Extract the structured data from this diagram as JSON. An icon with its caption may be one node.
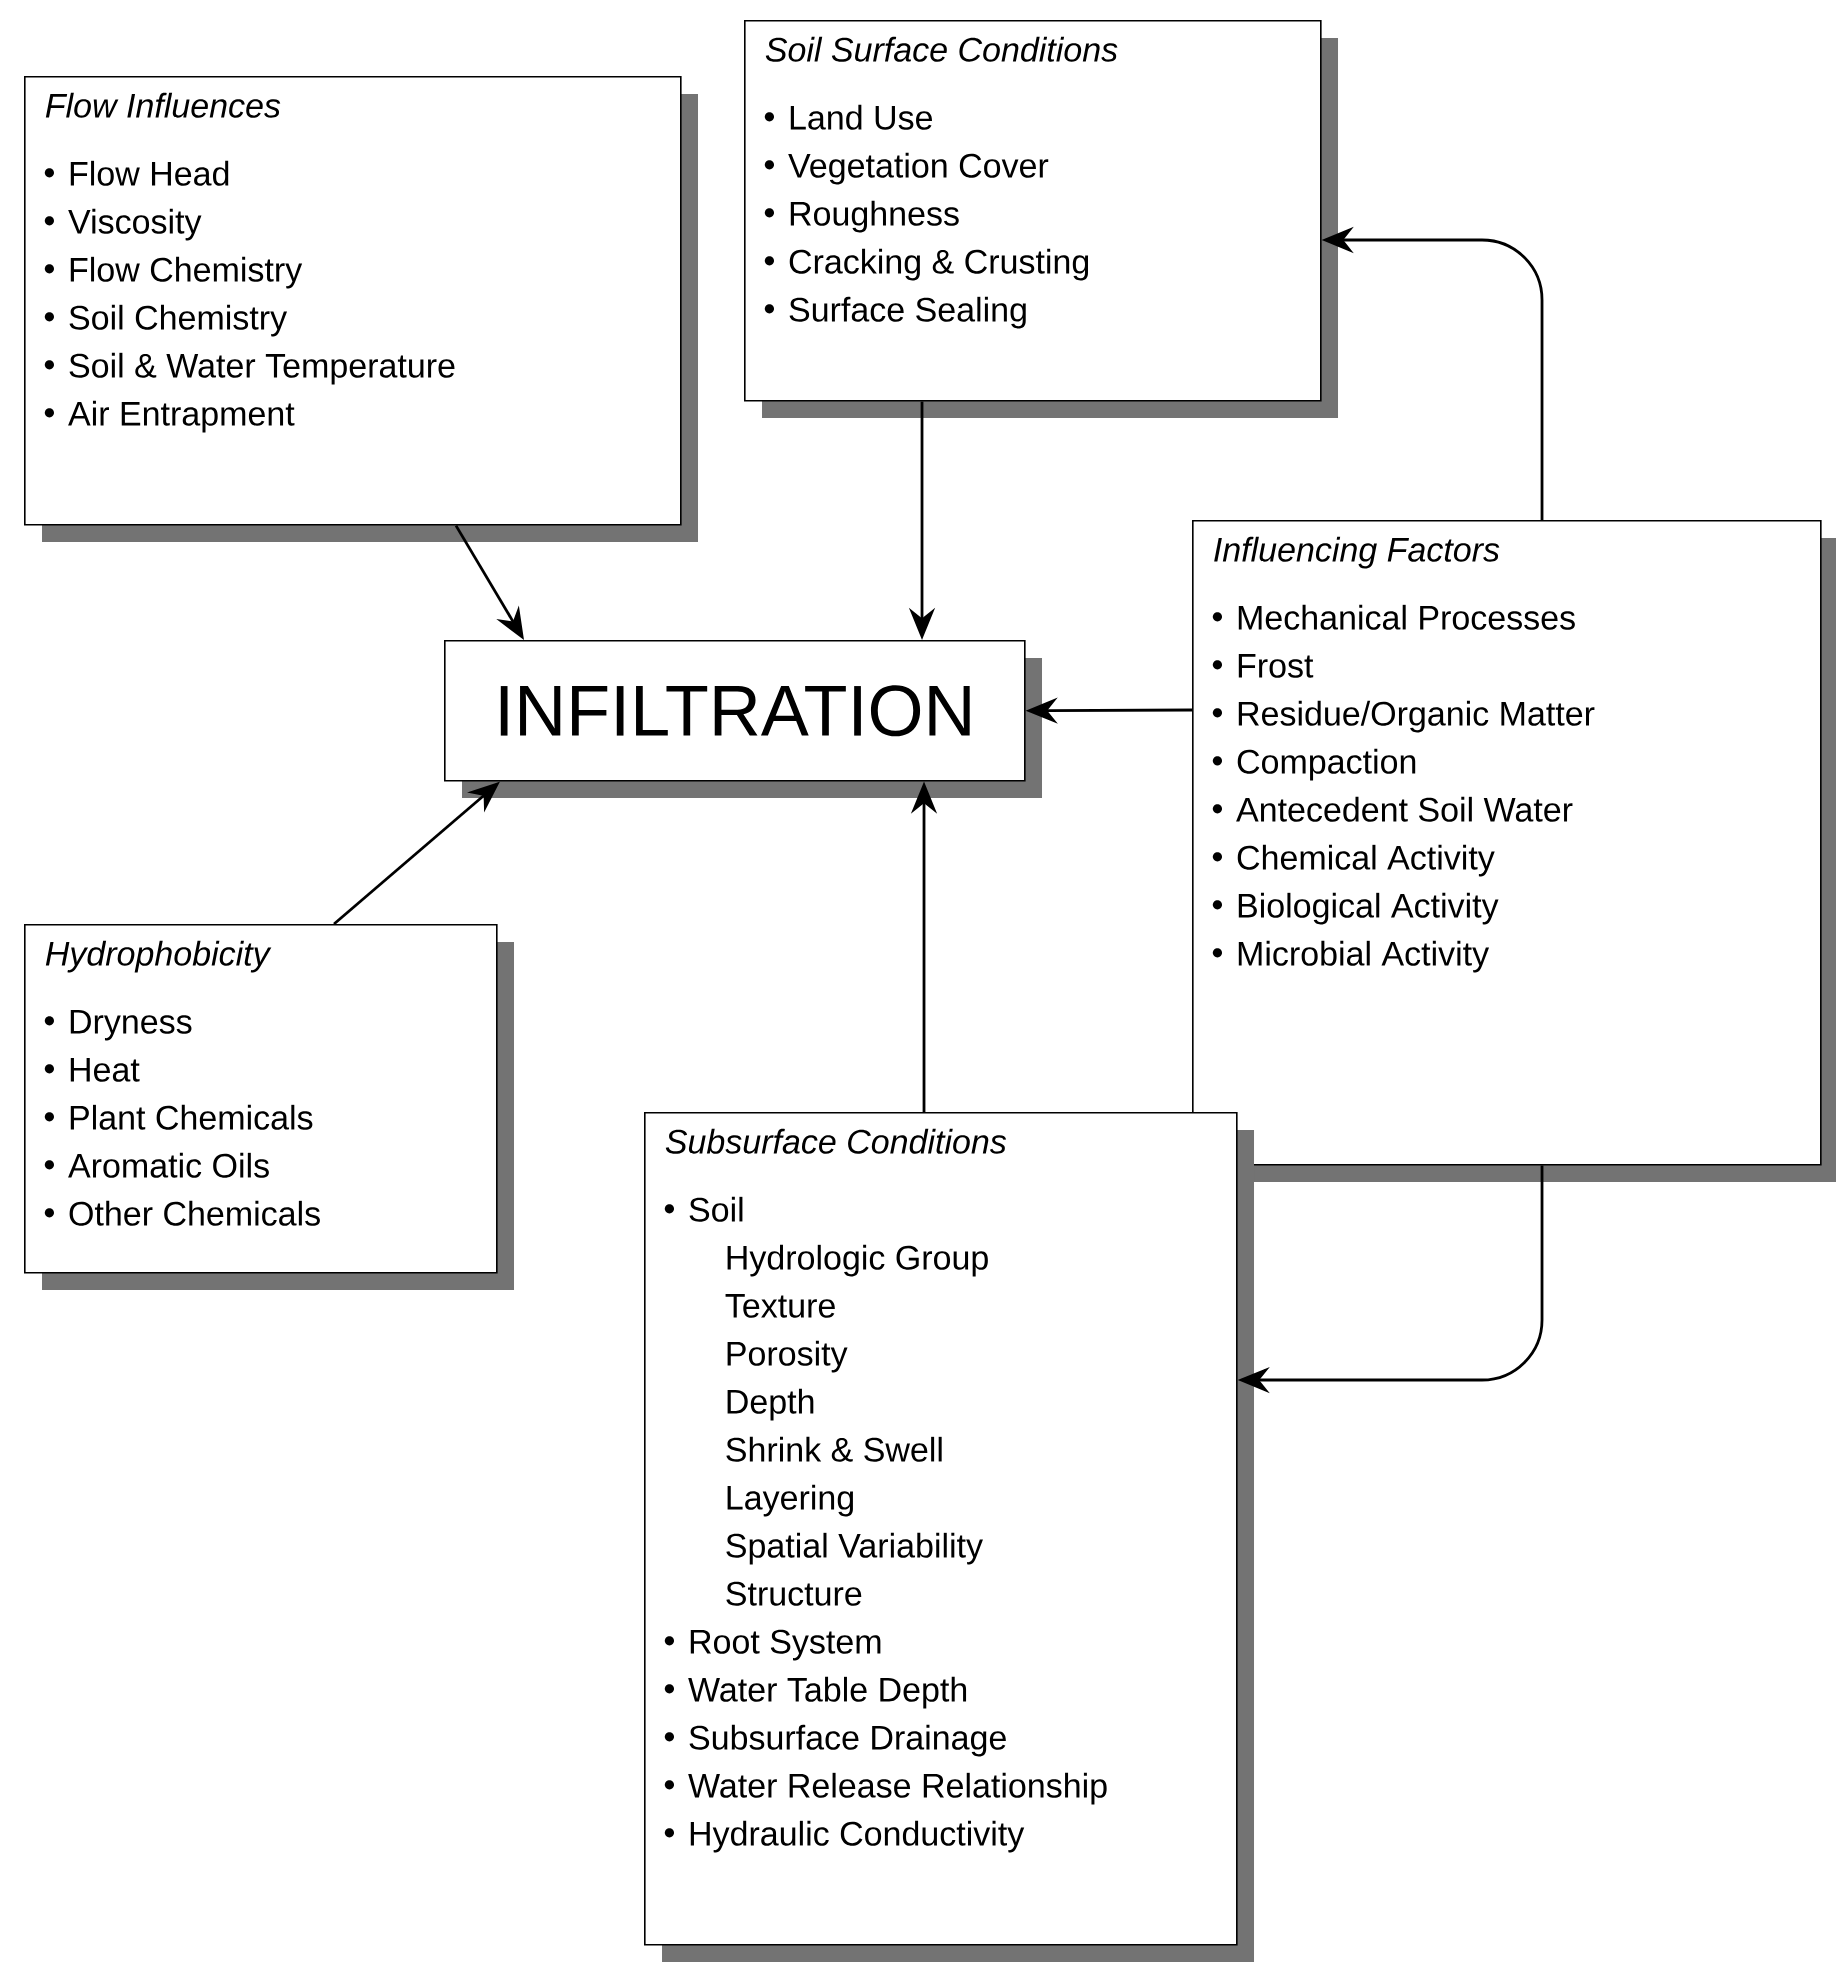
{
  "diagram": {
    "nodes": [
      {
        "text": [
          "Flow Influences",
          "Flow Head",
          "Viscosity",
          "Flow Chemistry",
          "Soil Chemistry",
          "Soil & Water Temperature",
          "Air Entrapment"
        ]
      },
      {
        "text": [
          "Soil Surface Conditions",
          "Land Use",
          "Vegetation Cover",
          "Roughness",
          "Cracking & Crusting",
          "Surface Sealing"
        ]
      },
      {
        "text": [
          "INFILTRATION"
        ]
      },
      {
        "text": [
          "Influencing Factors",
          "Mechanical Processes",
          "Frost",
          "Residue/Organic Matter",
          "Compaction",
          "Antecedent Soil Water",
          "Chemical Activity",
          "Biological Activity",
          "Microbial Activity"
        ]
      },
      {
        "text": [
          "Hydrophobicity",
          "Dryness",
          "Heat",
          "Plant Chemicals",
          "Aromatic Oils",
          "Other Chemicals"
        ]
      },
      {
        "text": [
          "Subsurface Conditions",
          "Soil",
          "Hydrologic Group",
          "Texture",
          "Porosity",
          "Depth",
          "Shrink & Swell",
          "Layering",
          "Spatial Variability",
          "Structure",
          "Root System",
          "Water Table Depth",
          "Subsurface Drainage",
          "Water Release Relationship",
          "Hydraulic Conductivity"
        ]
      }
    ],
    "edges": [
      {
        "from": 0,
        "to": 2,
        "arrow": "to"
      },
      {
        "from": 1,
        "to": 2,
        "arrow": "to"
      },
      {
        "from": 3,
        "to": 2,
        "arrow": "to"
      },
      {
        "from": 4,
        "to": 2,
        "arrow": "to"
      },
      {
        "from": 5,
        "to": 2,
        "arrow": "to"
      },
      {
        "from": 3,
        "to": 1,
        "arrow": "to"
      },
      {
        "from": 3,
        "to": 5,
        "arrow": "to"
      }
    ]
  }
}
